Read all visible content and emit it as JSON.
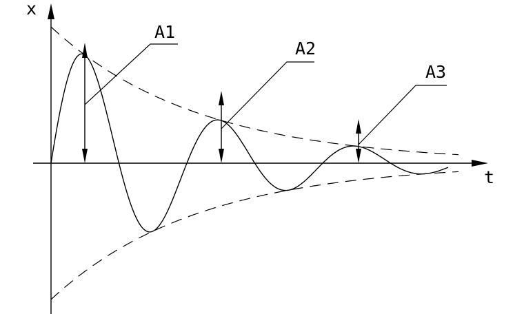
{
  "axes": {
    "x_label": "t",
    "y_label": "x"
  },
  "annotations": [
    {
      "id": "a1",
      "label": "A1"
    },
    {
      "id": "a2",
      "label": "A2"
    },
    {
      "id": "a3",
      "label": "A3"
    }
  ],
  "colors": {
    "stroke": "#000000",
    "background": "#ffffff"
  }
}
